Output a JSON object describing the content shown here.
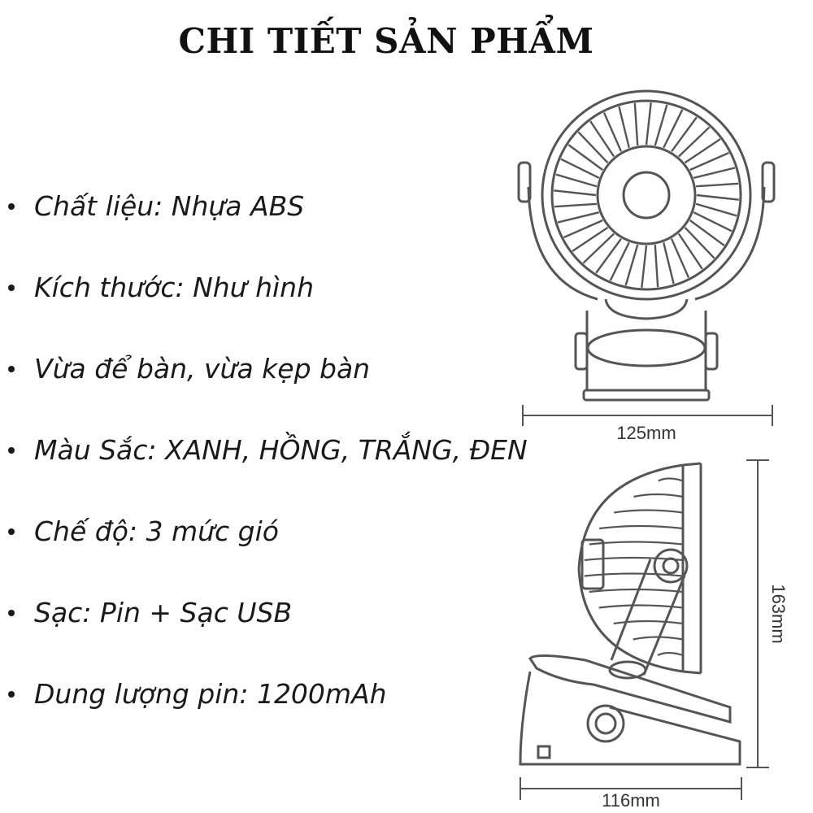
{
  "title": "CHI TIẾT SẢN PHẨM",
  "specs": [
    "Chất liệu: Nhựa ABS",
    "Kích thước: Như hình",
    "Vừa để bàn, vừa kẹp bàn",
    "Màu Sắc: XANH, HỒNG, TRẮNG, ĐEN",
    "Chế độ: 3 mức gió",
    "Sạc: Pin + Sạc USB",
    "Dung lượng pin:  1200mAh"
  ],
  "dimensions": {
    "front_width": "125mm",
    "side_height": "163mm",
    "side_width": "116mm"
  },
  "colors": {
    "text": "#1a1a1a",
    "line_art": "#555555"
  }
}
